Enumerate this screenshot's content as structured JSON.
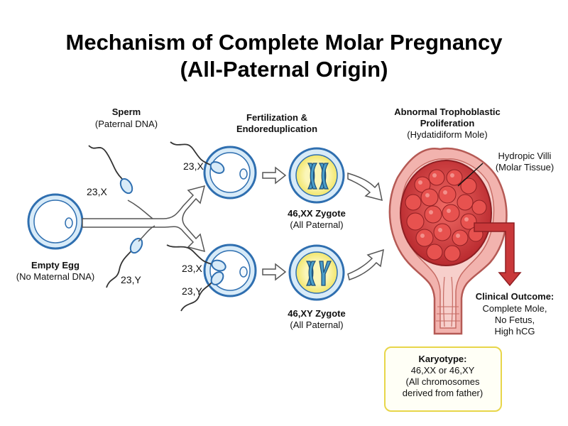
{
  "title": {
    "line1": "Mechanism of Complete Molar Pregnancy",
    "line2": "(All-Paternal Origin)"
  },
  "sperm": {
    "heading": "Sperm",
    "sub": "(Paternal DNA)",
    "label_x": "23,X",
    "label_y": "23,Y"
  },
  "egg": {
    "heading": "Empty Egg",
    "sub": "(No Maternal DNA)"
  },
  "fertilization": {
    "heading_line1": "Fertilization &",
    "heading_line2": "Endoreduplication",
    "top_label": "23,X",
    "bottom_label_x": "23,X",
    "bottom_label_y": "23,Y"
  },
  "zygote_xx": {
    "heading": "46,XX Zygote",
    "sub": "(All Paternal)"
  },
  "zygote_xy": {
    "heading": "46,XY Zygote",
    "sub": "(All Paternal)"
  },
  "proliferation": {
    "heading_line1": "Abnormal Trophoblastic",
    "heading_line2": "Proliferation",
    "sub": "(Hydatidiform Mole)"
  },
  "villi": {
    "line1": "Hydropic Villi",
    "line2": "(Molar Tissue)"
  },
  "outcome": {
    "heading": "Clinical Outcome:",
    "line1": "Complete Mole,",
    "line2": "No Fetus,",
    "line3": "High hCG"
  },
  "karyotype": {
    "heading": "Karyotype:",
    "line1": "46,XX or 46,XY",
    "line2": "(All chromosomes",
    "line3": "derived from father)"
  },
  "colors": {
    "cell_outline": "#2f6fb0",
    "cell_fill": "#d8ebf8",
    "nucleus_fill": "#f3f8fc",
    "chromosome_xx": "#4a9ec9",
    "chromosome_xy": "#4a9ec9",
    "zygote_glow": "#f6ec8a",
    "mole_red": "#d8373b",
    "uterus_pink": "#f2b3ae",
    "outcome_arrow": "#c9383a",
    "karyotype_border": "#e8d64a"
  }
}
